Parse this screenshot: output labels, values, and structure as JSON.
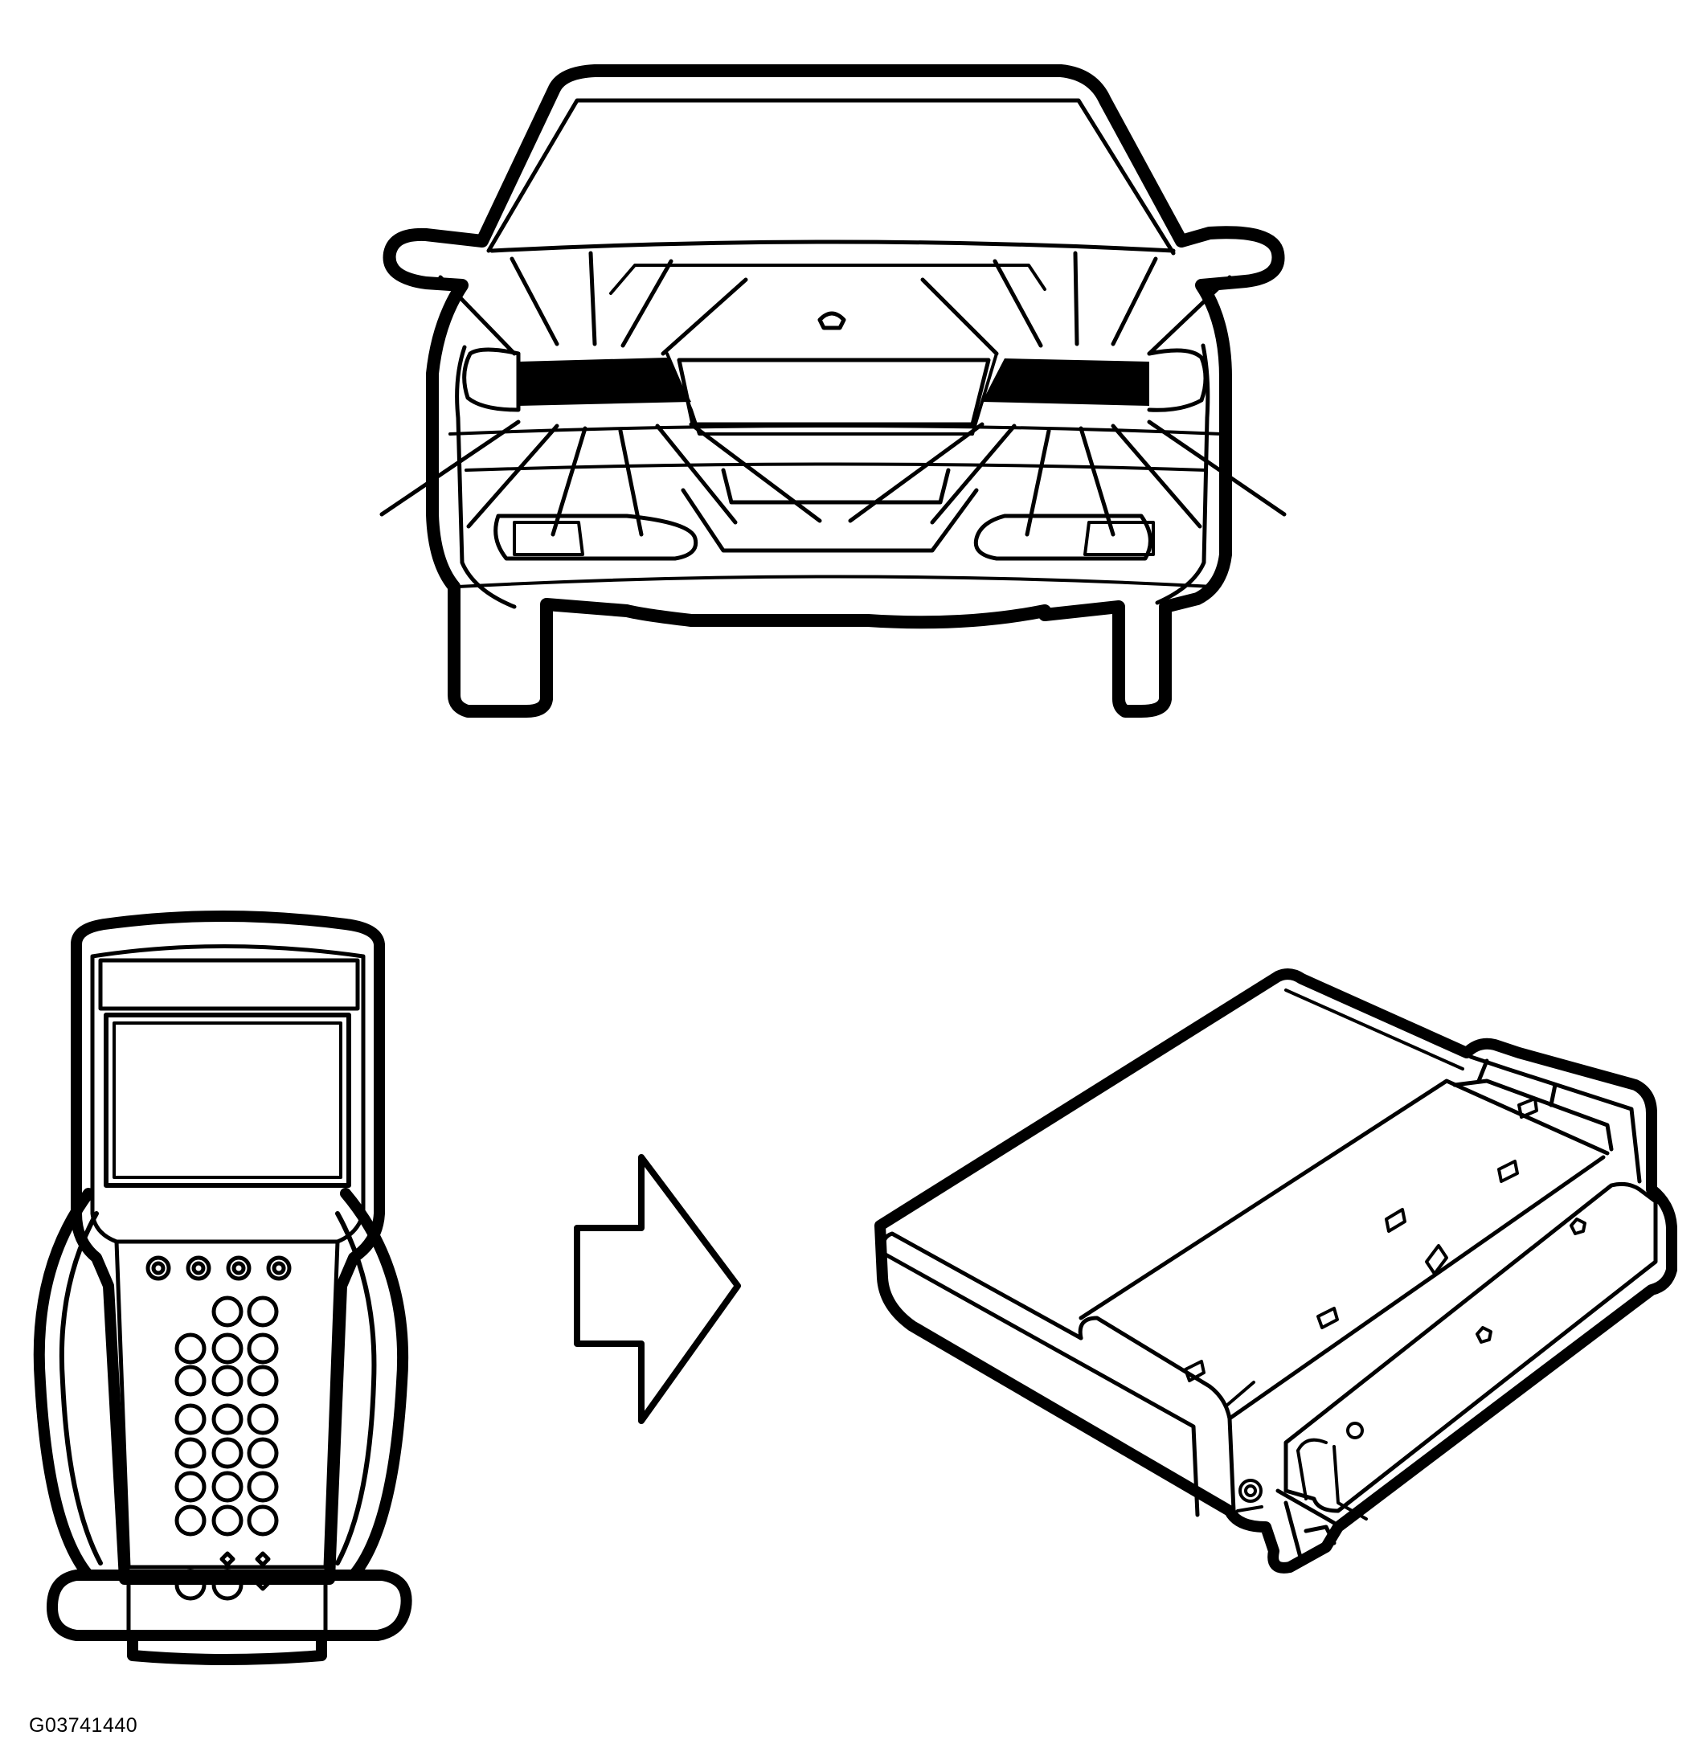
{
  "figure": {
    "code": "G03741440",
    "parts": [
      {
        "name": "vehicle-front-view",
        "description_icon": "car-front-icon"
      },
      {
        "name": "scan-tool",
        "description_icon": "handheld-scan-tool-icon"
      },
      {
        "name": "arrow",
        "description_icon": "right-arrow-icon"
      },
      {
        "name": "control-module",
        "description_icon": "control-module-icon"
      }
    ]
  },
  "colors": {
    "ink": "#000000",
    "paper": "#ffffff"
  }
}
